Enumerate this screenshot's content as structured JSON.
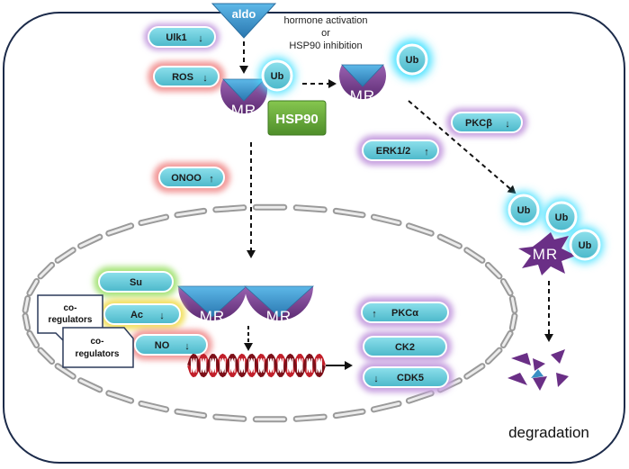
{
  "aldo": "aldo",
  "activation_note": [
    "hormone activation",
    "or",
    "HSP90 inhibition"
  ],
  "mr": "MR",
  "hsp90": "HSP90",
  "ub": "Ub",
  "pills": {
    "ulk1": "Ulk1",
    "ros": "ROS",
    "onoo": "ONOO",
    "pkcb": "PKCβ",
    "erk": "ERK1/2",
    "su": "Su",
    "ac": "Ac",
    "no": "NO",
    "pkca": "PKCα",
    "ck2": "CK2",
    "cdk5": "CDK5"
  },
  "coregulators": [
    "co-",
    "regulators"
  ],
  "degradation": "degradation",
  "colors": {
    "pill_fill": "#5ec7d6",
    "purple": "#7b3f91",
    "blue_cap": "#3a8fc4",
    "hsp90": "#6cae3c",
    "glow_purple": "#b98ad6",
    "glow_red": "#f07a7a",
    "glow_cyan": "#3fe0ff",
    "glow_green": "#9be26a",
    "glow_yellow": "#f2e060"
  },
  "arrows": {
    "down": "↓",
    "up": "↑"
  }
}
